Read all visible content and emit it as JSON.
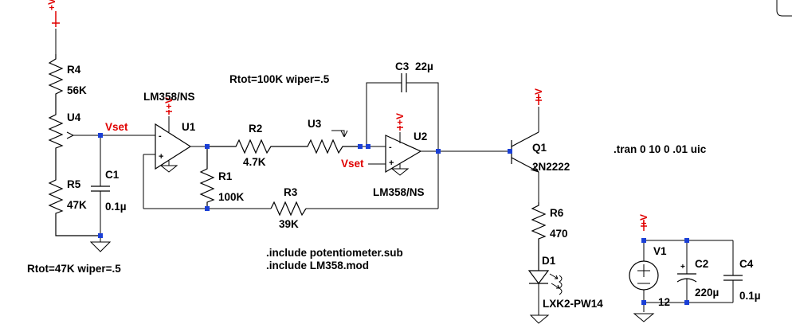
{
  "components": {
    "R4": {
      "name": "R4",
      "value": "56K"
    },
    "U4": {
      "name": "U4"
    },
    "R5": {
      "name": "R5",
      "value": "47K"
    },
    "C1": {
      "name": "C1",
      "value": "0.1µ"
    },
    "U1": {
      "name": "U1",
      "model": "LM358/NS"
    },
    "R2": {
      "name": "R2",
      "value": "4.7K"
    },
    "R1": {
      "name": "R1",
      "value": "100K"
    },
    "R3": {
      "name": "R3",
      "value": "39K"
    },
    "U3": {
      "name": "U3"
    },
    "C3": {
      "name": "C3",
      "value": "22µ"
    },
    "U2": {
      "name": "U2",
      "model": "LM358/NS"
    },
    "Q1": {
      "name": "Q1",
      "model": "2N2222"
    },
    "R6": {
      "name": "R6",
      "value": "470"
    },
    "D1": {
      "name": "D1",
      "model": "LXK2-PW14"
    },
    "V1": {
      "name": "V1",
      "value": "12"
    },
    "C2": {
      "name": "C2",
      "value": "220µ"
    },
    "C4": {
      "name": "C4",
      "value": "0.1µ"
    }
  },
  "nets": {
    "vset": "Vset",
    "vplus": "+V"
  },
  "directives": {
    "pot_u3": "Rtot=100K wiper=.5",
    "pot_u4": "Rtot=47K wiper=.5",
    "include1": ".include potentiometer.sub",
    "include2": ".include LM358.mod",
    "tran": ".tran 0 10 0 .01 uic"
  }
}
